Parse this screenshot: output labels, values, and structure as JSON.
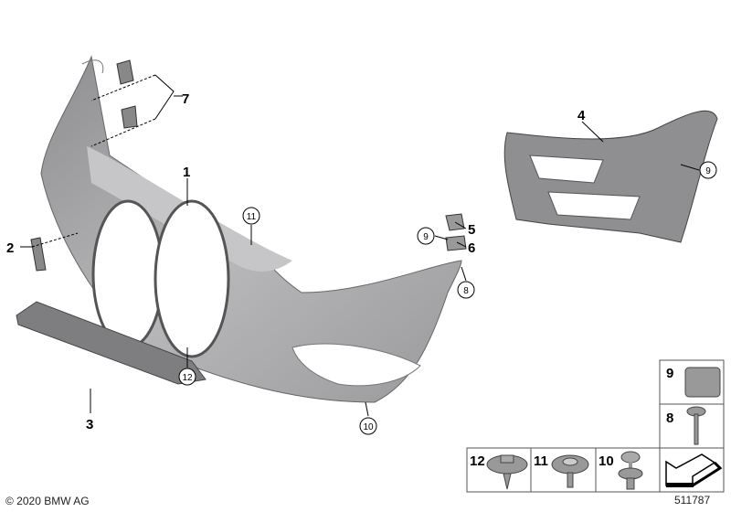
{
  "diagram": {
    "callouts": [
      {
        "id": "1",
        "circled": false
      },
      {
        "id": "2",
        "circled": false
      },
      {
        "id": "3",
        "circled": false
      },
      {
        "id": "4",
        "circled": false
      },
      {
        "id": "5",
        "circled": false
      },
      {
        "id": "6",
        "circled": false
      },
      {
        "id": "7",
        "circled": false
      },
      {
        "id": "8",
        "circled": true
      },
      {
        "id": "9",
        "circled": true
      },
      {
        "id": "9",
        "circled": true
      },
      {
        "id": "10",
        "circled": true
      },
      {
        "id": "11",
        "circled": true
      },
      {
        "id": "12",
        "circled": true
      }
    ],
    "parts_box": [
      {
        "id": "9",
        "part": "clip-nut"
      },
      {
        "id": "8",
        "part": "screw"
      },
      {
        "id": "12",
        "part": "collar-screw"
      },
      {
        "id": "11",
        "part": "washer-screw"
      },
      {
        "id": "10",
        "part": "expanding-rivet"
      }
    ],
    "part_color": "#a9a9ab",
    "line_color": "#000000"
  },
  "footer": {
    "copyright": "© 2020 BMW AG",
    "diagram_number": "511787"
  }
}
